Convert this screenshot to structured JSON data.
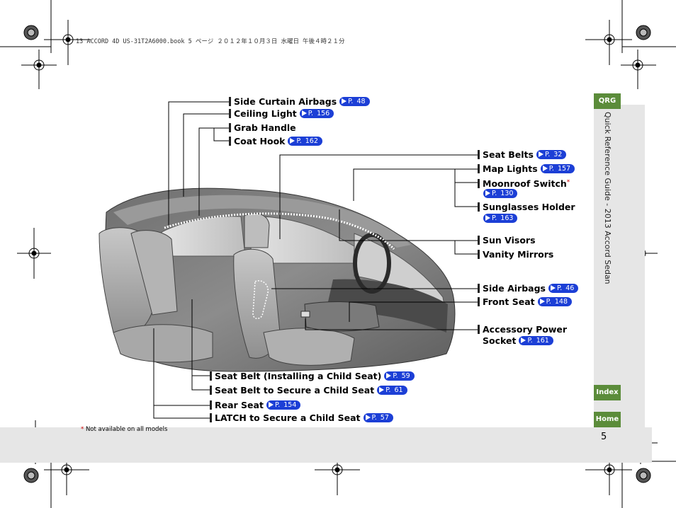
{
  "header": {
    "book_line": "13 ACCORD 4D US-31T2A6000.book  5 ページ  ２０１２年１０月３日  水曜日  午後４時２１分"
  },
  "sidebar": {
    "qrg_tab": "QRG",
    "title": "Quick Reference Guide - 2013 Accord Sedan",
    "index_tab": "Index",
    "home_tab": "Home"
  },
  "page_number": "5",
  "footnote": {
    "marker": "*",
    "text": "Not available on all models"
  },
  "ref_prefix": "P.",
  "labels": {
    "side_curtain_airbags": {
      "text": "Side Curtain Airbags",
      "page": "48"
    },
    "ceiling_light": {
      "text": "Ceiling Light",
      "page": "156"
    },
    "grab_handle": {
      "text": "Grab Handle"
    },
    "coat_hook": {
      "text": "Coat Hook",
      "page": "162"
    },
    "seat_belts": {
      "text": "Seat Belts",
      "page": "32"
    },
    "map_lights": {
      "text": "Map Lights",
      "page": "157"
    },
    "moonroof_switch": {
      "text": "Moonroof Switch",
      "marker": "*",
      "page": "130"
    },
    "sunglasses_holder": {
      "text": "Sunglasses Holder",
      "page": "163"
    },
    "sun_visors": {
      "text": "Sun Visors"
    },
    "vanity_mirrors": {
      "text": "Vanity Mirrors"
    },
    "side_airbags": {
      "text": "Side Airbags",
      "page": "46"
    },
    "front_seat": {
      "text": "Front Seat",
      "page": "148"
    },
    "accessory_power_socket": {
      "line1": "Accessory Power",
      "line2": "Socket",
      "page": "161"
    },
    "seat_belt_child_seat": {
      "text": "Seat Belt (Installing a Child Seat)",
      "page": "59"
    },
    "seat_belt_secure_child_seat": {
      "text": "Seat Belt to Secure a Child Seat",
      "page": "61"
    },
    "rear_seat": {
      "text": "Rear Seat",
      "page": "154"
    },
    "latch": {
      "text": "LATCH to Secure a Child Seat",
      "page": "57"
    }
  }
}
